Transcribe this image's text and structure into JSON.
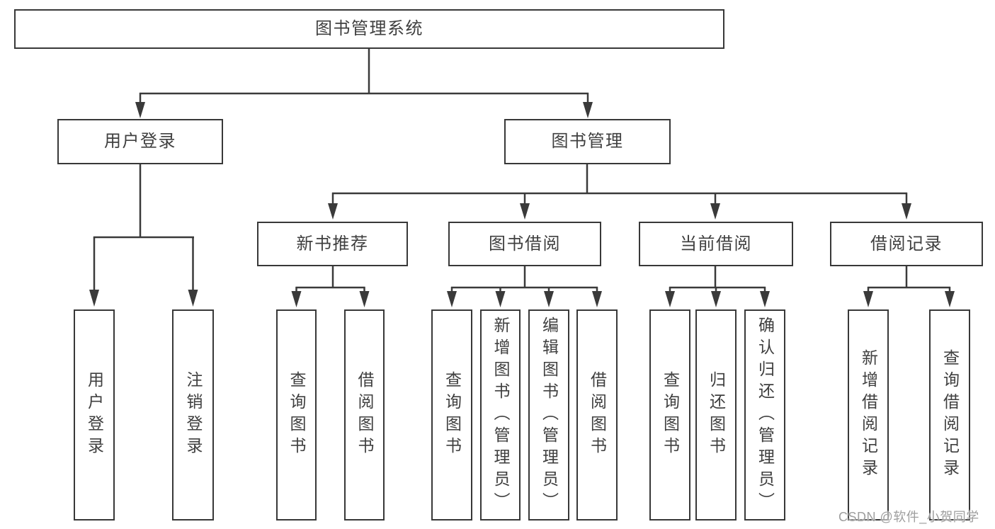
{
  "tree": {
    "root": {
      "label": "图书管理系统"
    },
    "level2": [
      {
        "label": "用户登录",
        "children": [
          "用户登录",
          "注销登录"
        ]
      },
      {
        "label": "图书管理"
      }
    ],
    "level3": [
      {
        "label": "新书推荐",
        "children": [
          "查询图书",
          "借阅图书"
        ]
      },
      {
        "label": "图书借阅",
        "children": [
          "查询图书",
          "新增图书（管理员）",
          "编辑图书（管理员）",
          "借阅图书"
        ]
      },
      {
        "label": "当前借阅",
        "children": [
          "查询图书",
          "归还图书",
          "确认归还（管理员）"
        ]
      },
      {
        "label": "借阅记录",
        "children": [
          "新增借阅记录",
          "查询借阅记录"
        ]
      }
    ]
  },
  "watermark": "CSDN @软件_小贺同学",
  "colors": {
    "line": "#3a3a3a",
    "box_border": "#383838",
    "text": "#3f3f3f",
    "box_background": "#ffffff",
    "watermark": "#9e9e9e",
    "page_background": "#ffffff"
  }
}
